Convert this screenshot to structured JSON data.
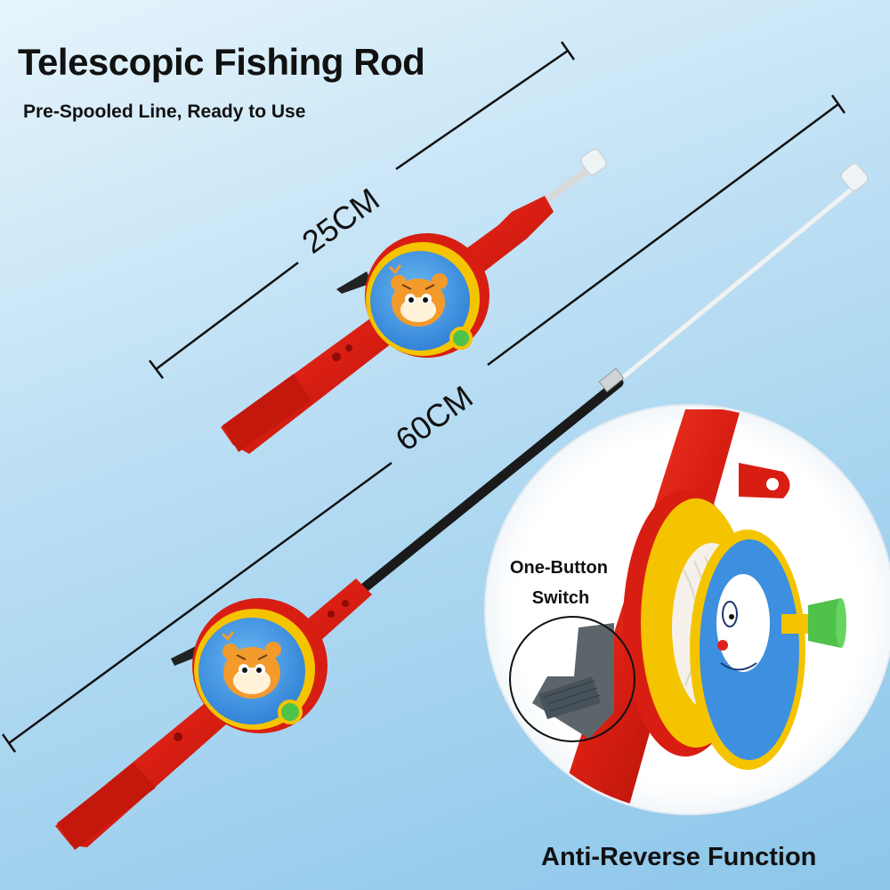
{
  "title": "Telescopic Fishing Rod",
  "subtitle": "Pre-Spooled Line, Ready to Use",
  "dimensions": {
    "short_label": "25CM",
    "long_label": "60CM"
  },
  "detail": {
    "switch_label_line1": "One-Button",
    "switch_label_line2": "Switch",
    "caption": "Anti-Reverse Function"
  },
  "colors": {
    "rod_red": "#d81e12",
    "reel_yellow": "#f5c400",
    "reel_face_blue": "#3d8fe0",
    "pole_black": "#1a1a1a",
    "knob_green": "#4fc24a"
  }
}
